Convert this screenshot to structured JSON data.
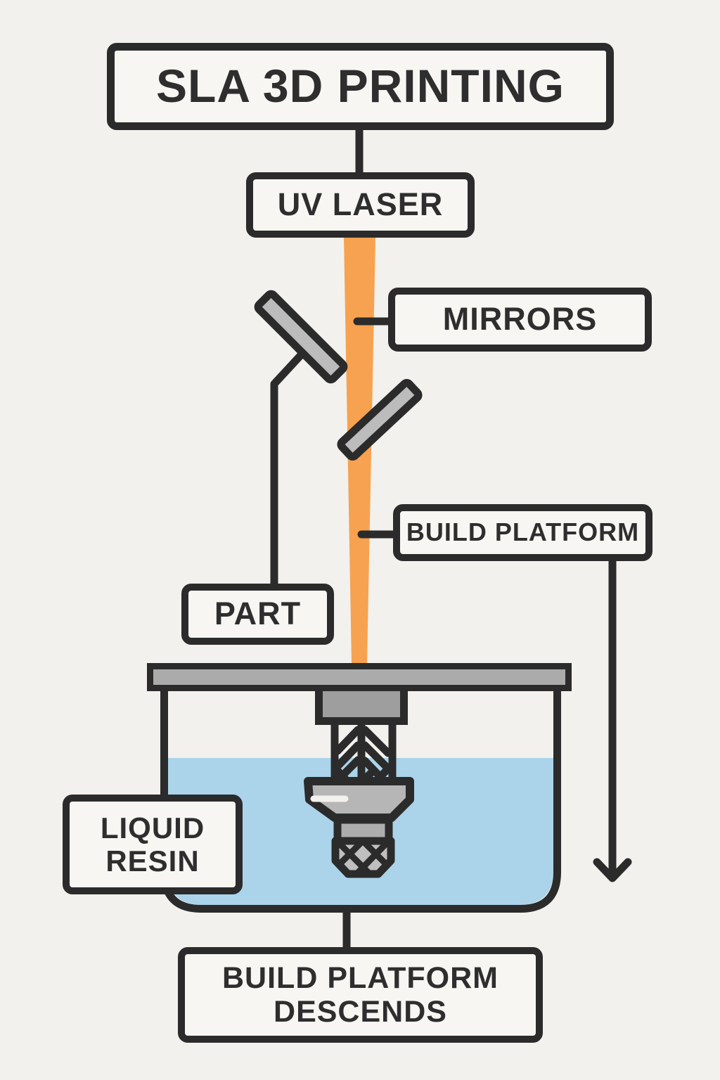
{
  "diagram": {
    "title": "SLA 3D PRINTING",
    "labels": {
      "uv_laser": "UV LASER",
      "mirrors": "MIRRORS",
      "build_platform": "BUILD PLATFORM",
      "part": "PART",
      "liquid_resin": "LIQUID\nRESIN",
      "build_platform_descends": "BUILD PLATFORM\nDESCENDS"
    },
    "colors": {
      "background": "#F3F1ED",
      "box_fill": "#F8F6F3",
      "outline": "#2B2B2B",
      "text": "#2E2E2E",
      "laser_beam": "#F7A250",
      "liquid_resin": "#ABD4EA",
      "mirror_gray": "#BCBCBC",
      "platform_gray": "#ABABAB",
      "support_gray": "#9E9E9E",
      "part_gray": "#B6B6B6"
    }
  }
}
